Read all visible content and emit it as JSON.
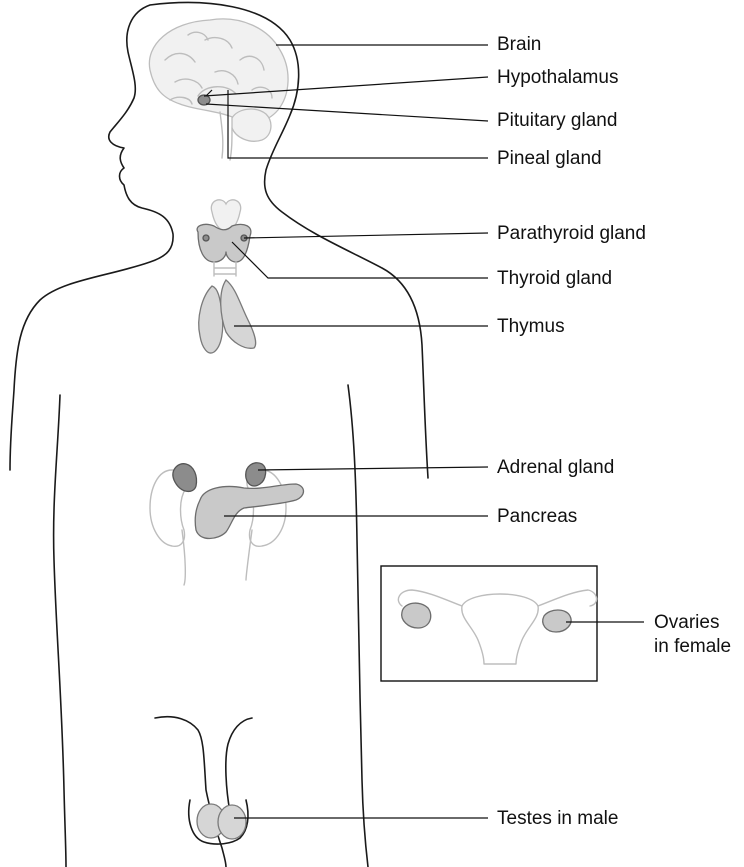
{
  "labels": {
    "brain": "Brain",
    "hypothalamus": "Hypothalamus",
    "pituitary": "Pituitary gland",
    "pineal": "Pineal gland",
    "parathyroid": "Parathyroid gland",
    "thyroid": "Thyroid gland",
    "thymus": "Thymus",
    "adrenal": "Adrenal gland",
    "pancreas": "Pancreas",
    "ovaries_line1": "Ovaries",
    "ovaries_line2": "in female",
    "testes": "Testes in male"
  }
}
